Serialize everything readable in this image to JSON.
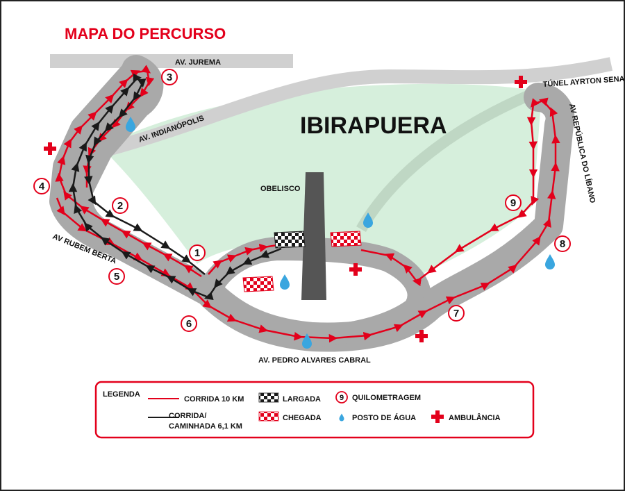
{
  "title": "MAPA DO PERCURSO",
  "park_name": "IBIRAPUERA",
  "landmark": "OBELISCO",
  "streets": {
    "jurema": "AV. JUREMA",
    "indianopolis": "AV. INDIANÓPOLIS",
    "tunel": "TÚNEL AYRTON SENA",
    "republica": "AV REPÚBLICA DO LÍBANO",
    "rubem_berta": "AV RUBEM BERTA",
    "pedro_alvares": "AV. PEDRO ALVARES CABRAL"
  },
  "km_markers": [
    "1",
    "2",
    "3",
    "4",
    "5",
    "6",
    "7",
    "8",
    "9"
  ],
  "legend": {
    "heading": "LEGENDA",
    "corrida_10km": "CORRIDA 10 KM",
    "caminhada_line1": "CORRIDA/",
    "caminhada_line2": "CAMINHADA 6,1 KM",
    "largada": "LARGADA",
    "chegada": "CHEGADA",
    "km_symbol": "9",
    "quilometragem": "QUILOMETRAGEM",
    "posto_agua": "POSTO DE ÁGUA",
    "ambulancia": "AMBULÂNCIA"
  },
  "colors": {
    "route_red": "#e3001b",
    "route_black": "#1a1a1a",
    "road_gray": "#a9a9a9",
    "street_gray": "#d0d0d0",
    "park_green": "#d6efdc",
    "water_blue": "#3aa6df"
  }
}
